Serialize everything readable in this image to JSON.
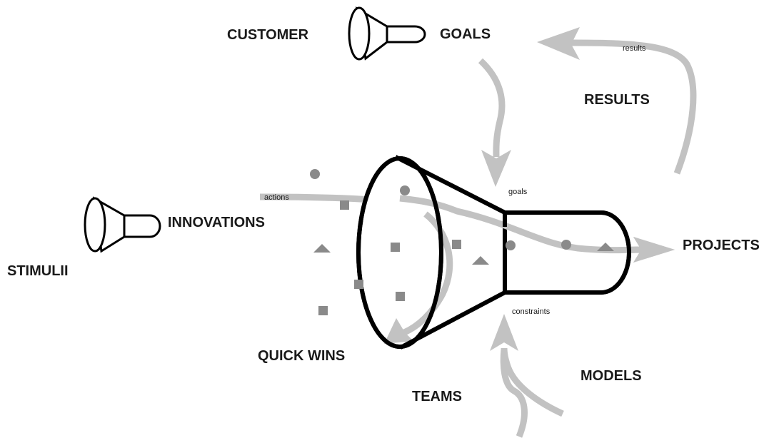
{
  "labels": {
    "customer": "CUSTOMER",
    "goals": "GOALS",
    "results": "RESULTS",
    "innovations": "INNOVATIONS",
    "stimulii": "STIMULII",
    "projects": "PROJECTS",
    "quick_wins": "QUICK WINS",
    "teams": "TEAMS",
    "models": "MODELS"
  },
  "flow_labels": {
    "results": "results",
    "actions": "actions",
    "goals": "goals",
    "constraints": "constraints"
  },
  "colors": {
    "flow_arrow": "#c2c2c2",
    "marker": "#8a8a8a",
    "outline": "#000000"
  }
}
